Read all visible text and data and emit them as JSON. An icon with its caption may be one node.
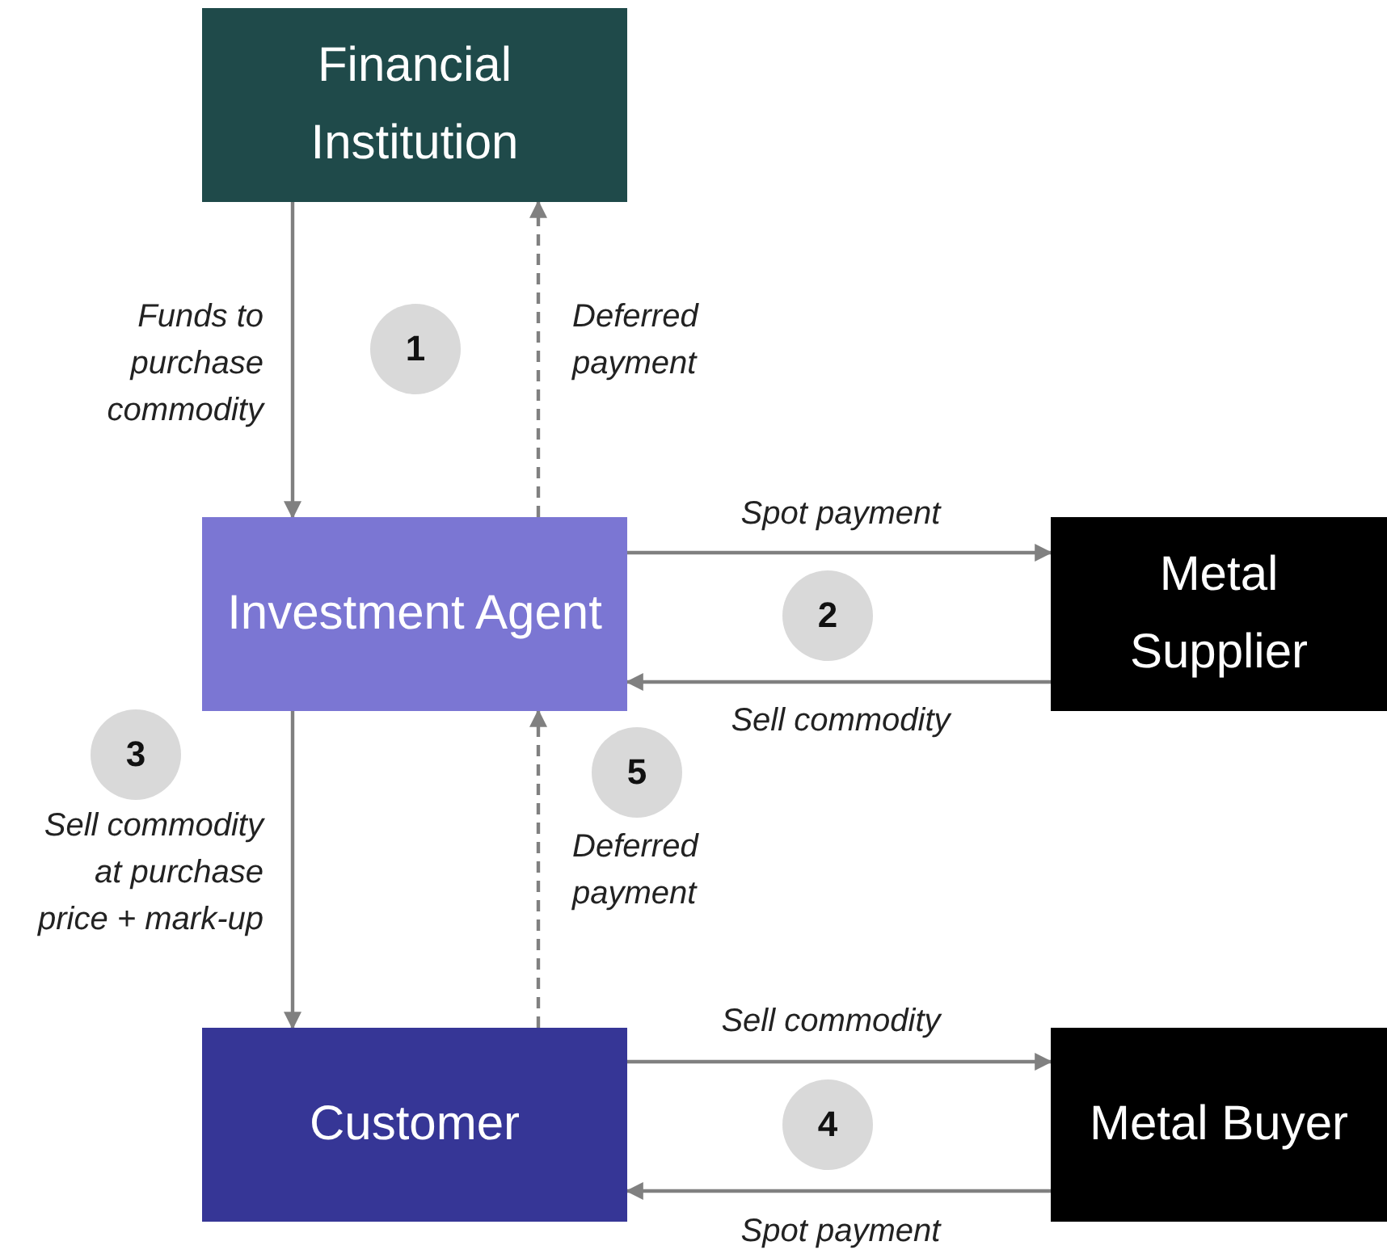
{
  "diagram": {
    "nodes": [
      {
        "text": [
          "Financial Institution"
        ]
      },
      {
        "text": [
          "Investment Agent"
        ]
      },
      {
        "text": [
          "Metal Supplier"
        ]
      },
      {
        "text": [
          "Customer"
        ]
      },
      {
        "text": [
          "Metal Buyer"
        ]
      },
      {
        "text": [
          "1"
        ]
      },
      {
        "text": [
          "2"
        ]
      },
      {
        "text": [
          "3"
        ]
      },
      {
        "text": [
          "5"
        ]
      },
      {
        "text": [
          "4"
        ]
      }
    ],
    "edges": [
      {
        "from": 0,
        "to": 1,
        "arrow": "to",
        "label": "Funds to purchase commodity"
      },
      {
        "from": 1,
        "to": 0,
        "arrow": "to",
        "label": "Deferred payment",
        "style": "dashed"
      },
      {
        "from": 1,
        "to": 2,
        "arrow": "to",
        "label": "Spot payment"
      },
      {
        "from": 2,
        "to": 1,
        "arrow": "to",
        "label": "Sell commodity"
      },
      {
        "from": 1,
        "to": 3,
        "arrow": "to",
        "label": "Sell commodity at purchase price + mark-up"
      },
      {
        "from": 3,
        "to": 1,
        "arrow": "to",
        "label": "Deferred payment",
        "style": "dashed"
      },
      {
        "from": 3,
        "to": 4,
        "arrow": "to",
        "label": "Sell commodity"
      },
      {
        "from": 4,
        "to": 3,
        "arrow": "to",
        "label": "Spot payment"
      }
    ]
  }
}
